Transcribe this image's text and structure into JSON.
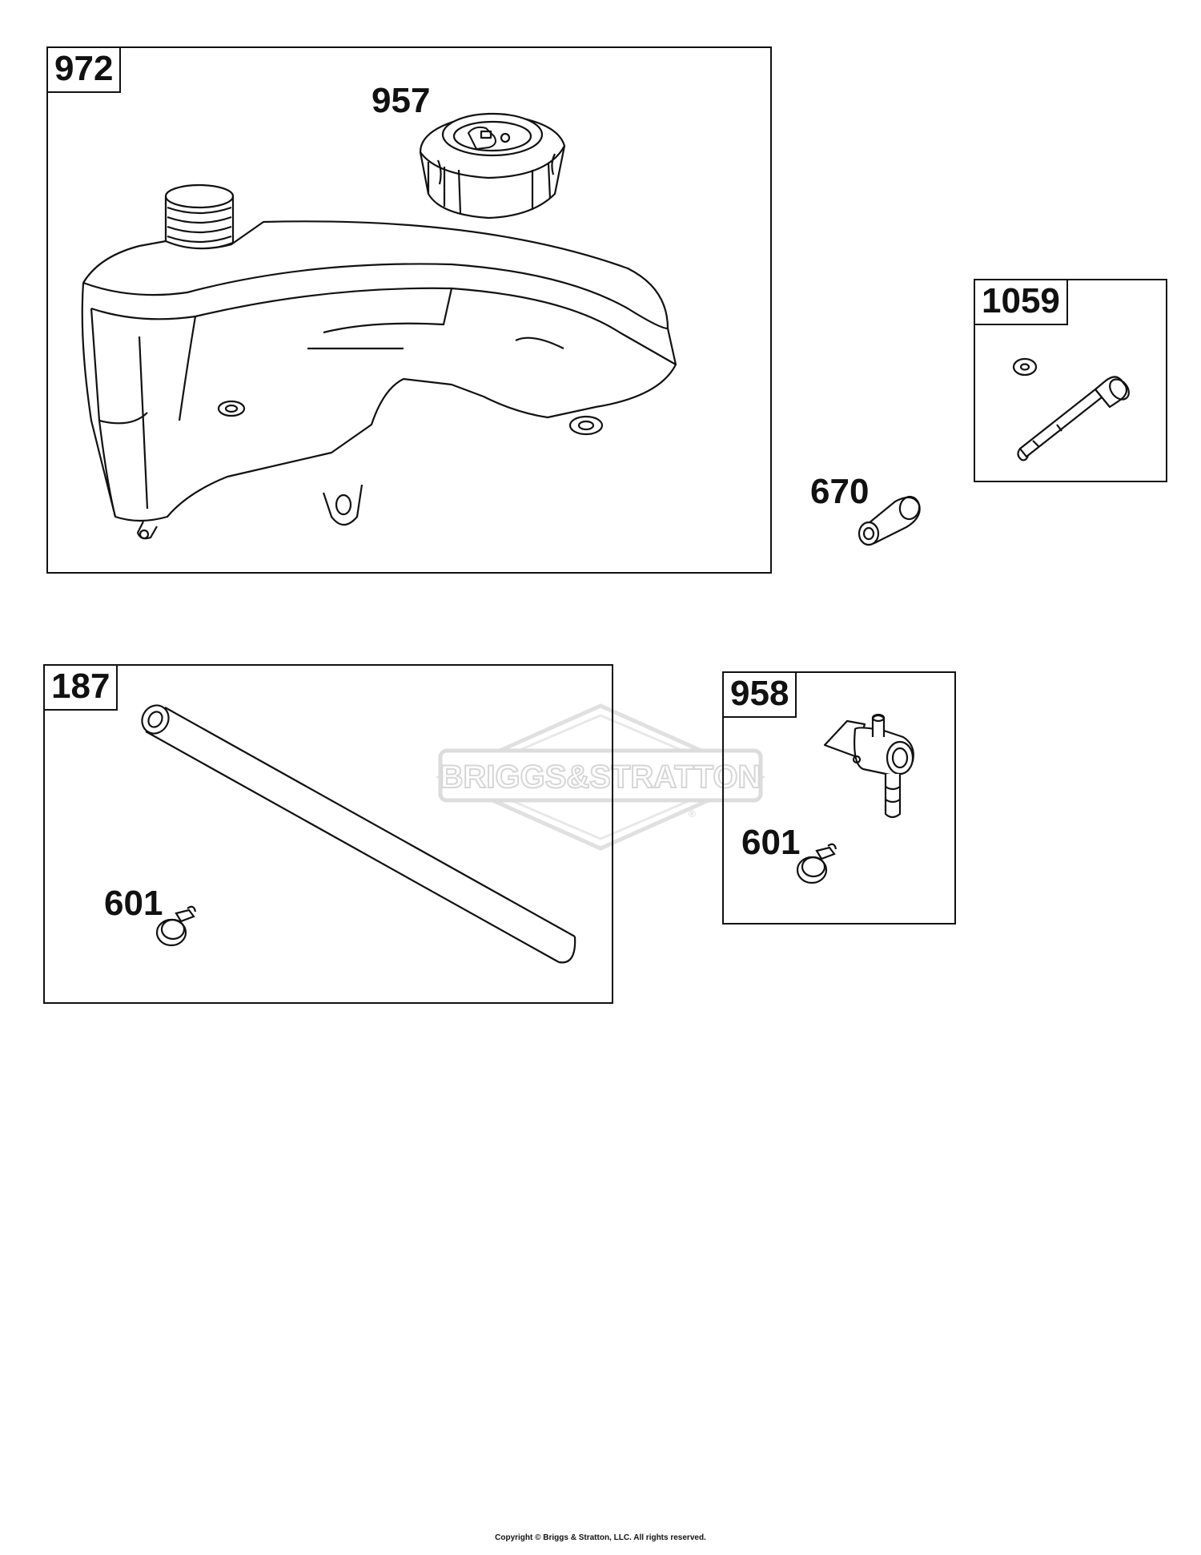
{
  "watermark": {
    "brand_text": "BRIGGS&STRATTON",
    "registered_mark": "®"
  },
  "panels": [
    {
      "tag": "972",
      "callouts": [
        {
          "label": "957"
        }
      ]
    },
    {
      "tag": "1059",
      "callouts": []
    },
    {
      "tag": "187",
      "callouts": [
        {
          "label": "601"
        }
      ]
    },
    {
      "tag": "958",
      "callouts": [
        {
          "label": "601"
        }
      ]
    }
  ],
  "loose_callouts": [
    {
      "label": "670"
    }
  ],
  "parts": [
    {
      "name": "fuel-tank",
      "icon": "fuel-tank-icon"
    },
    {
      "name": "fuel-cap",
      "icon": "fuel-cap-icon"
    },
    {
      "name": "washer-and-bolt",
      "icon": "bolt-icon"
    },
    {
      "name": "spacer",
      "icon": "spacer-icon"
    },
    {
      "name": "fuel-line",
      "icon": "fuel-line-icon"
    },
    {
      "name": "hose-clamp",
      "icon": "clamp-icon"
    },
    {
      "name": "shutoff-valve",
      "icon": "valve-icon"
    }
  ],
  "footer": {
    "copyright": "Copyright © Briggs & Stratton, LLC. All rights reserved."
  },
  "colors": {
    "line": "#111111",
    "watermark": "#e2e2e2",
    "background": "#ffffff"
  }
}
